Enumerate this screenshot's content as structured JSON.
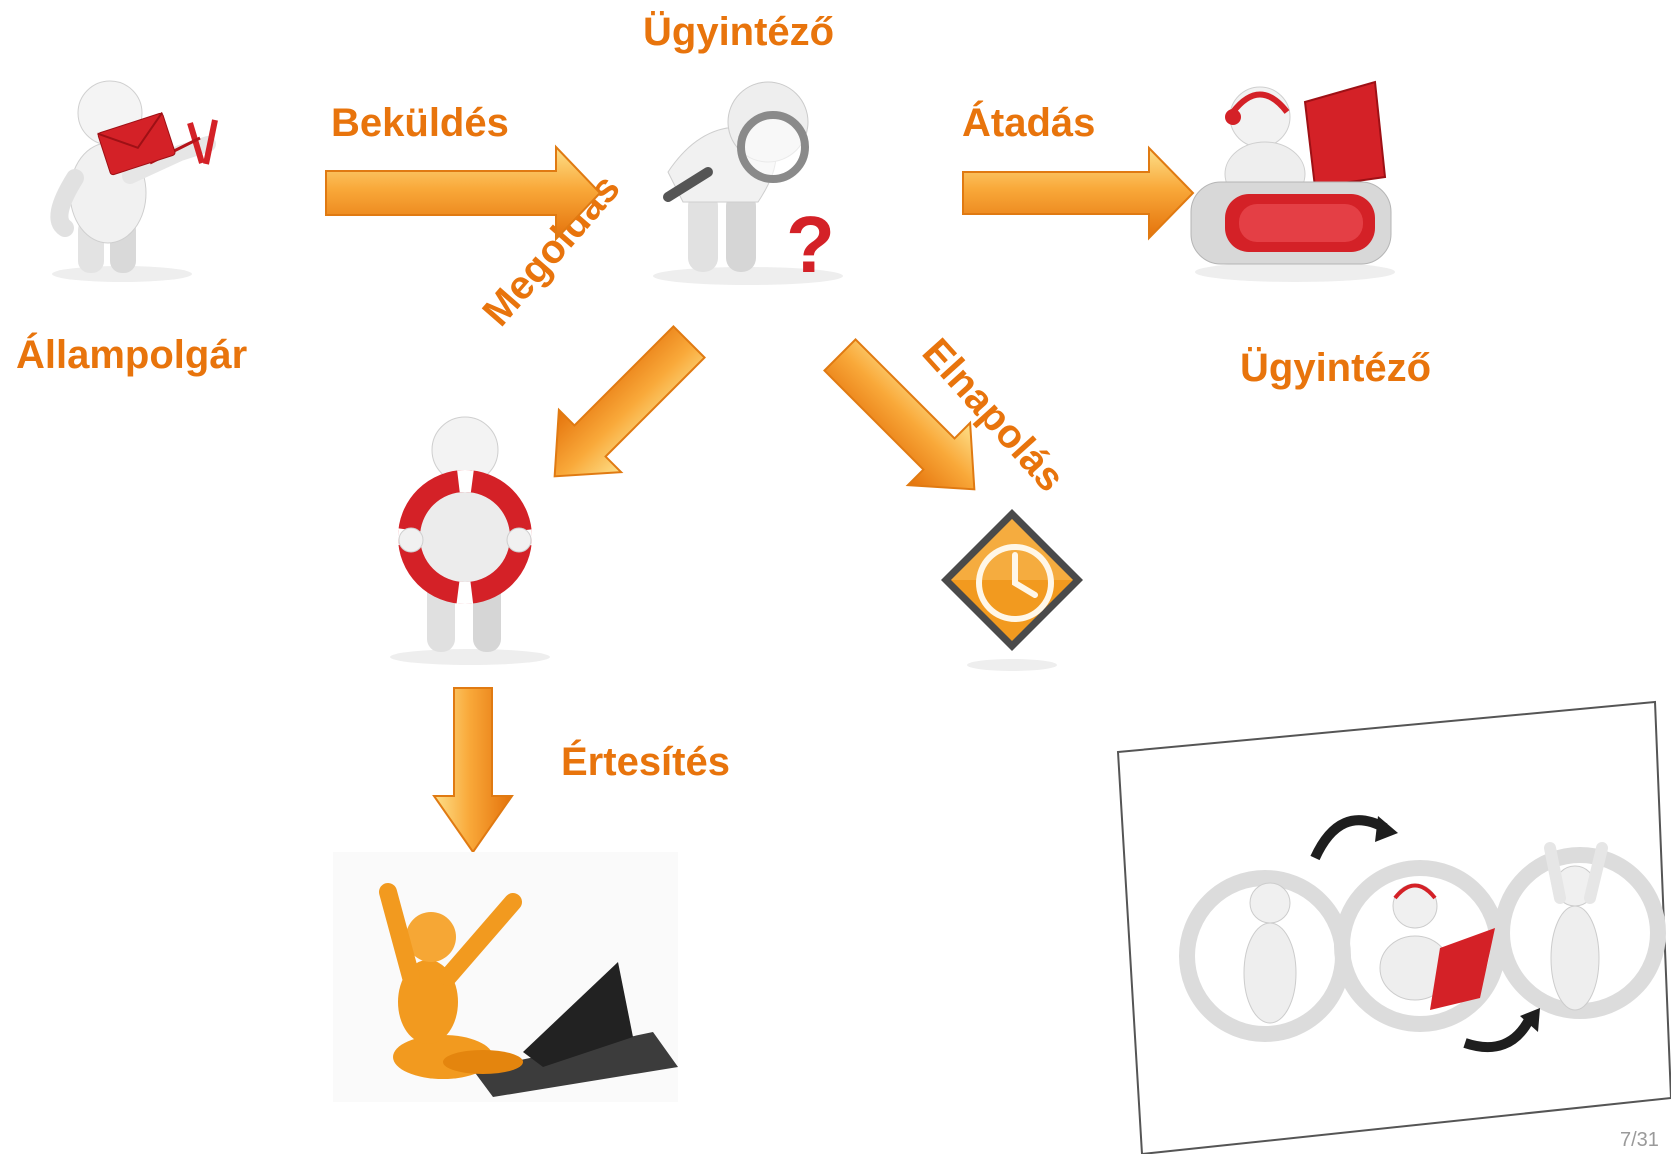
{
  "colors": {
    "orange_text": "#e8740c",
    "arrow_light": "#fbbf52",
    "arrow_dark": "#e87a0c",
    "figure_white": "#f1f1f1",
    "figure_shade": "#c9c9c9",
    "accent_red": "#d42127",
    "happy_orange": "#f29a1f"
  },
  "actors": {
    "citizen": "Állampolgár",
    "officer_top": "Ügyintéző",
    "officer_right": "Ügyintéző"
  },
  "steps": {
    "submit": "Beküldés",
    "handover": "Átadás",
    "solution": "Megoldás",
    "postpone": "Elnapolás",
    "notify": "Értesítés"
  },
  "icons": {
    "citizen": "person-slingshot-envelope-icon",
    "officer_top": "person-magnifier-question-icon",
    "officer_right": "operator-headset-desk-icon",
    "solution": "person-lifebuoy-icon",
    "postpone": "clock-diamond-sign-icon",
    "result": "happy-person-laptop-icon",
    "thumbnail": "workflow-thumbnail-icon"
  },
  "page_number": "7/31"
}
